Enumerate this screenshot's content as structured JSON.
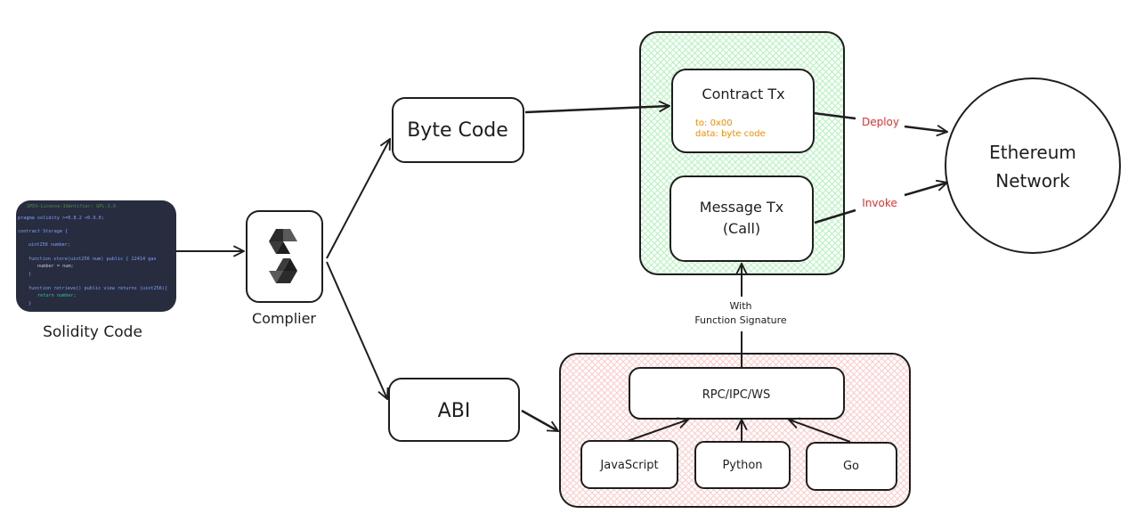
{
  "colors": {
    "stroke": "#1e1e1e",
    "green_fill": "#b2f2bb",
    "pink_fill": "#ffc9c9",
    "orange_text": "#f08c00",
    "red_text": "#e03131",
    "code_bg": "#282c3f"
  },
  "solidity": {
    "caption": "Solidity Code",
    "code_lines": [
      "SPDX-License-Identifier: GPL-3.0",
      "pragma solidity >=0.8.2 <0.9.0;",
      "contract Storage {",
      "uint256 number;",
      "function store(uint256 num) public {   22414 gas",
      "number = num;",
      "}",
      "function retrieve() public view returns (uint256){",
      "return number;",
      "}"
    ]
  },
  "compiler": {
    "caption": "Complier",
    "icon": "solidity-logo-icon"
  },
  "byte_code": {
    "label": "Byte Code"
  },
  "abi": {
    "label": "ABI"
  },
  "contract_tx": {
    "title": "Contract Tx",
    "details": [
      "to: 0x00",
      "data: byte code"
    ]
  },
  "message_tx": {
    "title_lines": [
      "Message Tx",
      "(Call)"
    ]
  },
  "ethereum": {
    "label_lines": [
      "Ethereum",
      "Network"
    ]
  },
  "edges": {
    "deploy": "Deploy",
    "invoke": "Invoke",
    "function_signature": [
      "With",
      "Function Signature"
    ]
  },
  "rpc": {
    "label": "RPC/IPC/WS"
  },
  "languages": [
    {
      "label": "JavaScript"
    },
    {
      "label": "Python"
    },
    {
      "label": "Go"
    }
  ]
}
